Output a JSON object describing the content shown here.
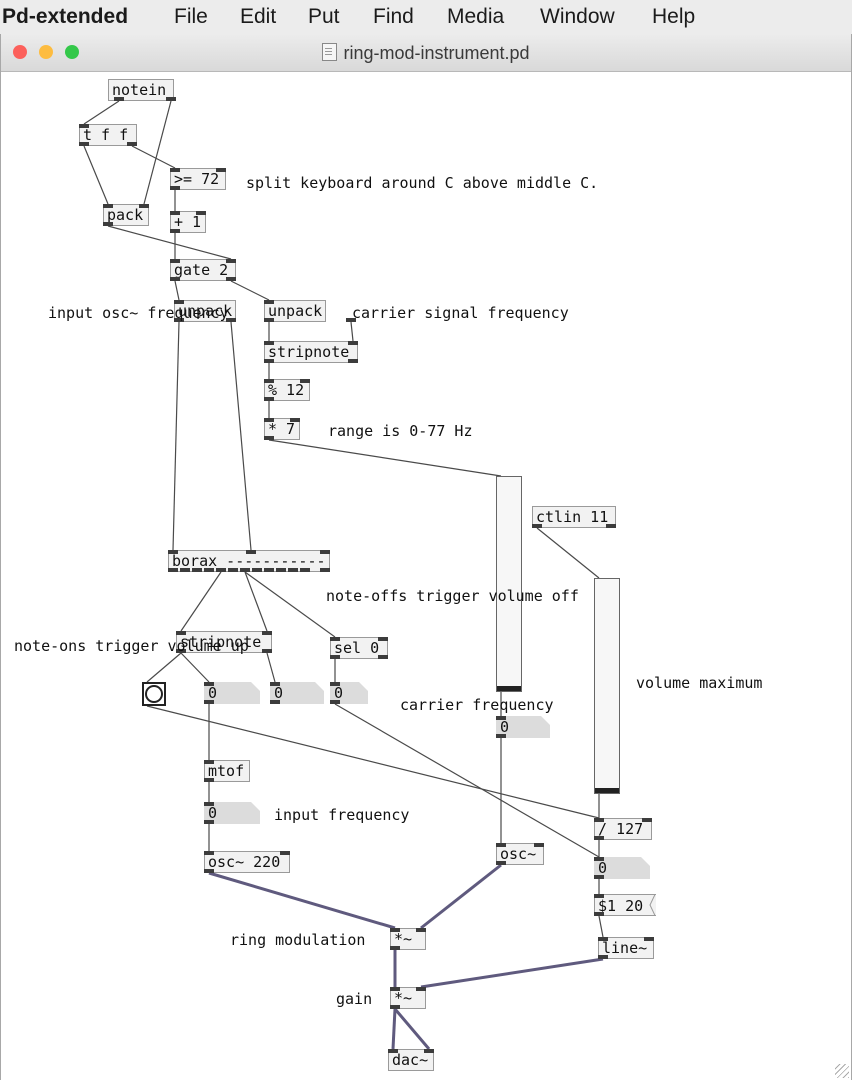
{
  "menubar": {
    "app_name": "Pd-extended",
    "items": [
      "File",
      "Edit",
      "Put",
      "Find",
      "Media",
      "Window",
      "Help"
    ]
  },
  "window": {
    "title": "ring-mod-instrument.pd",
    "traffic_lights": {
      "close": "#fc605b",
      "minimize": "#fdbc40",
      "zoom": "#34c84a"
    }
  },
  "patch": {
    "objects": {
      "notein": "notein",
      "tff": "t f f",
      "ge72": ">= 72",
      "plus1": "+ 1",
      "pack": "pack",
      "gate2": "gate 2",
      "unpack_left": "unpack",
      "unpack_right": "unpack",
      "stripnote_right": "stripnote",
      "mod12": "% 12",
      "times7": "* 7",
      "ctlin": "ctlin 11",
      "borax": "borax -----------",
      "stripnote_left": "stripnote",
      "sel0": "sel 0",
      "mtof": "mtof",
      "osc220": "osc~ 220",
      "osc": "osc~",
      "div127": "/ 127",
      "line": "line~",
      "ringmul": "*~",
      "gainmul": "*~",
      "dac": "dac~"
    },
    "number_boxes": {
      "pitch": "0",
      "velocity": "0",
      "sel_out": "0",
      "carrier": "0",
      "input_freq": "0",
      "volume": "0"
    },
    "messages": {
      "ramp": "$1 20"
    },
    "comments": {
      "split": "split keyboard around C above middle C.",
      "input_osc": "input osc~ frequency",
      "carrier_signal": "carrier signal frequency",
      "range": "range is 0-77 Hz",
      "note_offs": "note-offs trigger volume off",
      "note_ons": "note-ons trigger volume up",
      "carrier_freq": "carrier frequency",
      "volume_max": "volume maximum",
      "input_freq": "input frequency",
      "ring_mod": "ring modulation",
      "gain": "gain"
    },
    "sliders": {
      "carrier_slider": {
        "level": 0
      },
      "volume_slider": {
        "level": 0
      }
    },
    "colors": {
      "signal_cord": "#5f5a7e",
      "control_cord": "#4a4a4a",
      "box_fill": "#f2f2f2"
    }
  }
}
